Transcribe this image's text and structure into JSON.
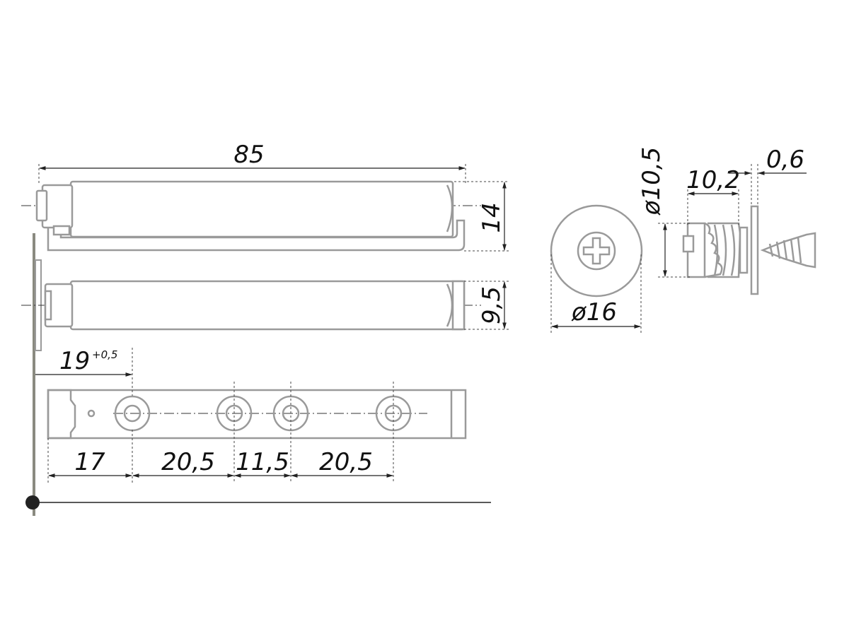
{
  "dimensions": {
    "length": "85",
    "height": "14",
    "width": "9,5",
    "offset": "19",
    "offset_tolerance": "+0,5",
    "spacing_1": "17",
    "spacing_2": "20,5",
    "spacing_3": "11,5",
    "spacing_4": "20,5",
    "button_diameter": "ø16",
    "dowel_diameter": "ø10,5",
    "dowel_length": "10,2",
    "flange_thickness": "0,6"
  },
  "colors": {
    "outline": "#9a9a9a",
    "dimension": "#222222",
    "pivot_dot": "#222222"
  }
}
